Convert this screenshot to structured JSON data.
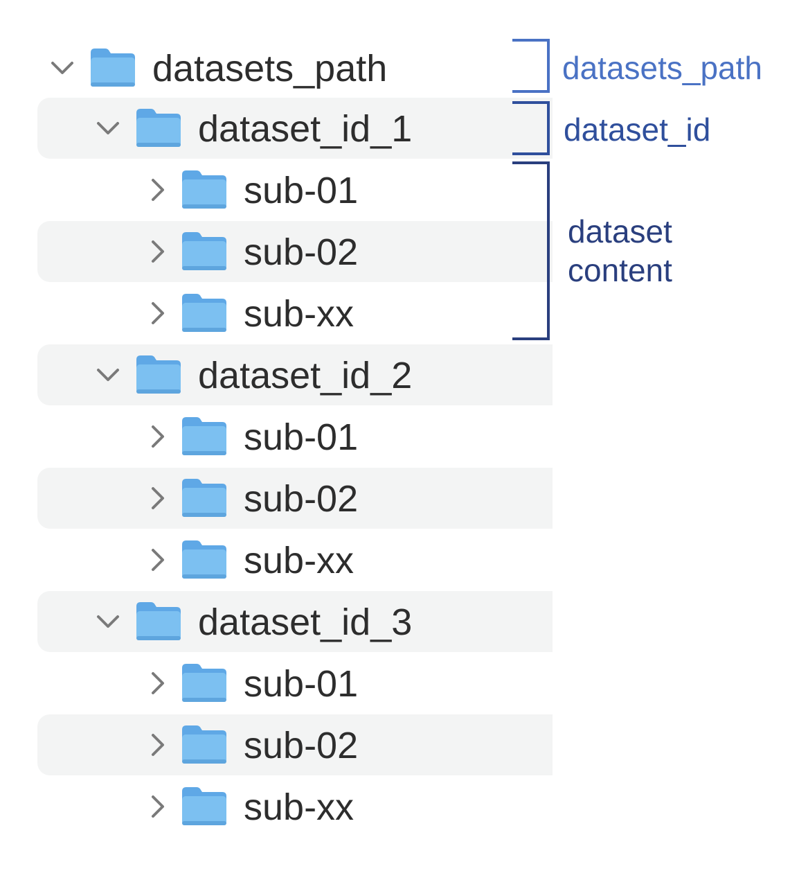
{
  "tree": {
    "root": {
      "label": "datasets_path",
      "icon": "folder-icon",
      "expanded": true,
      "children": [
        {
          "label": "dataset_id_1",
          "expanded": true,
          "children": [
            {
              "label": "sub-01",
              "expanded": false
            },
            {
              "label": "sub-02",
              "expanded": false
            },
            {
              "label": "sub-xx",
              "expanded": false
            }
          ]
        },
        {
          "label": "dataset_id_2",
          "expanded": true,
          "children": [
            {
              "label": "sub-01",
              "expanded": false
            },
            {
              "label": "sub-02",
              "expanded": false
            },
            {
              "label": "sub-xx",
              "expanded": false
            }
          ]
        },
        {
          "label": "dataset_id_3",
          "expanded": true,
          "children": [
            {
              "label": "sub-01",
              "expanded": false
            },
            {
              "label": "sub-02",
              "expanded": false
            },
            {
              "label": "sub-xx",
              "expanded": false
            }
          ]
        }
      ]
    }
  },
  "annotations": {
    "datasets_path": "datasets_path",
    "dataset_id": "dataset_id",
    "dataset_content_line1": "dataset",
    "dataset_content_line2": "content"
  },
  "colors": {
    "annotation_light_blue": "#4a72c4",
    "annotation_mid_blue": "#2f4f9c",
    "annotation_dark_blue": "#2a3f7e",
    "folder_blue": "#6fb5ec",
    "row_shade": "#f3f4f4",
    "text": "#2d2d2d",
    "chevron": "#7a7a7a"
  }
}
